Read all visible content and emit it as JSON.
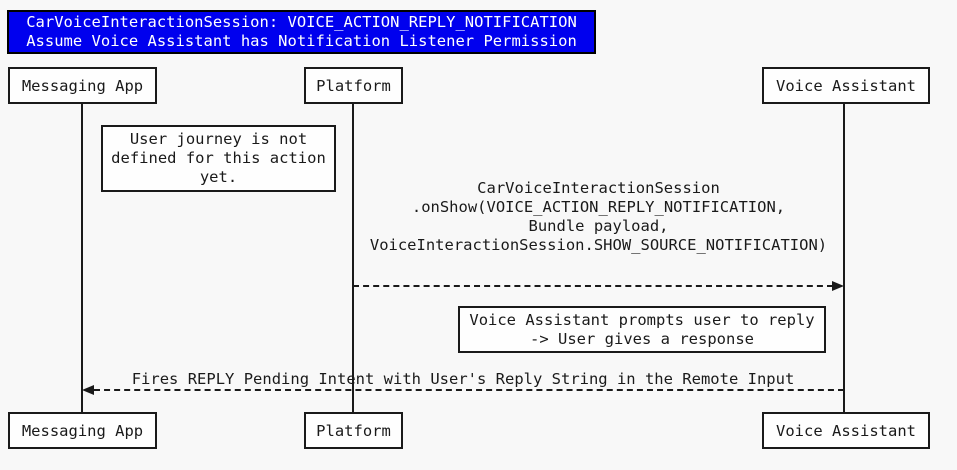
{
  "title": {
    "line1": "CarVoiceInteractionSession: VOICE_ACTION_REPLY_NOTIFICATION",
    "line2": "Assume Voice Assistant has Notification Listener Permission"
  },
  "actors": [
    {
      "label": "Messaging App"
    },
    {
      "label": "Platform"
    },
    {
      "label": "Voice Assistant"
    }
  ],
  "notes": [
    {
      "lines": [
        "User journey is not",
        "defined for this action",
        "yet."
      ]
    },
    {
      "lines": [
        "Voice Assistant prompts user to reply",
        "-> User gives a response"
      ]
    }
  ],
  "messages": [
    {
      "from": "Platform",
      "to": "Voice Assistant",
      "direction": "right",
      "lines": [
        "CarVoiceInteractionSession",
        ".onShow(VOICE_ACTION_REPLY_NOTIFICATION,",
        "Bundle payload,",
        "VoiceInteractionSession.SHOW_SOURCE_NOTIFICATION)"
      ]
    },
    {
      "from": "Voice Assistant",
      "to": "Messaging App",
      "direction": "left",
      "lines": [
        "Fires REPLY Pending Intent with User's Reply String in the Remote Input"
      ]
    }
  ],
  "colors": {
    "title_bg": "#0000EE",
    "title_text": "#FFFFFF",
    "background": "#F8F8F8",
    "box_fill": "#FEFEFE",
    "stroke": "#1A1A1A"
  }
}
